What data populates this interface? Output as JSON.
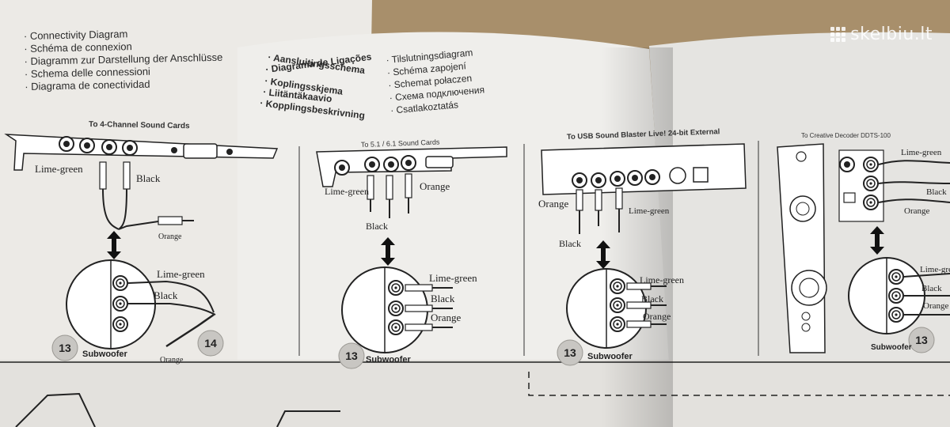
{
  "watermark": "skelbiu.lt",
  "titles_left": [
    "· Connectivity Diagram",
    "· Schéma de connexion",
    "· Diagramm zur Darstellung der Anschlüsse",
    "· Schema delle connessioni",
    "· Diagrama de conectividad"
  ],
  "titles_middle": [
    "· Aansluitingsschema",
    "· Diagrama de Ligações",
    "· Koplingsskjema",
    "· Liitäntäkaavio",
    "· Kopplingsbeskrivning"
  ],
  "titles_right": [
    "· Tilslutningsdiagram",
    "· Schéma zapojení",
    "· Schemat połaczen",
    "· Схема подключения",
    "· Csatlakoztatás"
  ],
  "panels": [
    {
      "heading": "To 4-Channel Sound Cards",
      "upper_labels": [
        "Lime-green",
        "Black",
        "Orange"
      ],
      "lower_labels": [
        "Lime-green",
        "Black",
        "Orange"
      ],
      "badges": [
        "13",
        "14"
      ],
      "subwoofer": "Subwoofer"
    },
    {
      "heading": "To 5.1 / 6.1 Sound Cards",
      "upper_labels": [
        "Lime-green",
        "Orange",
        "Black"
      ],
      "lower_labels": [
        "Lime-green",
        "Black",
        "Orange"
      ],
      "badges": [
        "13"
      ],
      "subwoofer": "Subwoofer"
    },
    {
      "heading": "To USB Sound Blaster Live! 24-bit External",
      "upper_labels": [
        "Orange",
        "Lime-green",
        "Black"
      ],
      "lower_labels": [
        "Lime-green",
        "Black",
        "Orange"
      ],
      "badges": [
        "13"
      ],
      "subwoofer": "Subwoofer"
    },
    {
      "heading": "To Creative Decoder DDTS-100",
      "upper_labels": [
        "Lime-green",
        "Black",
        "Orange"
      ],
      "lower_labels": [
        "Lime-green",
        "Black",
        "Orange"
      ],
      "badges": [
        "13"
      ],
      "subwoofer": "Subwoofer"
    }
  ],
  "colors": {
    "paper": "#eceae6",
    "paper_right": "#e4e3e0",
    "ink": "#2a2a2a",
    "cardboard": "#a88f6b"
  }
}
